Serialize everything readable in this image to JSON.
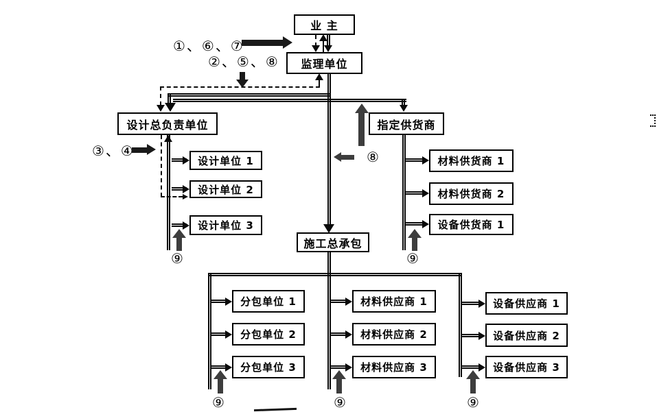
{
  "nodes": {
    "owner": "业 主",
    "supervisor": "监理单位",
    "design_lead": "设计总负责单位",
    "design_unit_1": "设计单位 1",
    "design_unit_2": "设计单位 2",
    "design_unit_3": "设计单位 3",
    "designated_supplier": "指定供货商",
    "material_vendor_1": "材料供货商 1",
    "material_vendor_2": "材料供货商 2",
    "equipment_vendor_1": "设备供货商 1",
    "general_contractor": "施工总承包",
    "subcontractor_1": "分包单位 1",
    "subcontractor_2": "分包单位 2",
    "subcontractor_3": "分包单位 3",
    "material_supplier_1": "材料供应商 1",
    "material_supplier_2": "材料供应商 2",
    "material_supplier_3": "材料供应商 3",
    "equipment_supplier_1": "设备供应商 1",
    "equipment_supplier_2": "设备供应商 2",
    "equipment_supplier_3": "设备供应商 3"
  },
  "flow_labels": {
    "owner_supervisor": "①、⑥、⑦",
    "supervisor_design": "②、⑤、⑧",
    "design_contract": "③、④",
    "supply": "⑧",
    "report": "⑨"
  },
  "colors": {
    "line": "#0a0a0a",
    "thick_arrow_gray": "#3d3d3d",
    "thick_arrow_black": "#1a1a1a",
    "background": "#ffffff"
  }
}
